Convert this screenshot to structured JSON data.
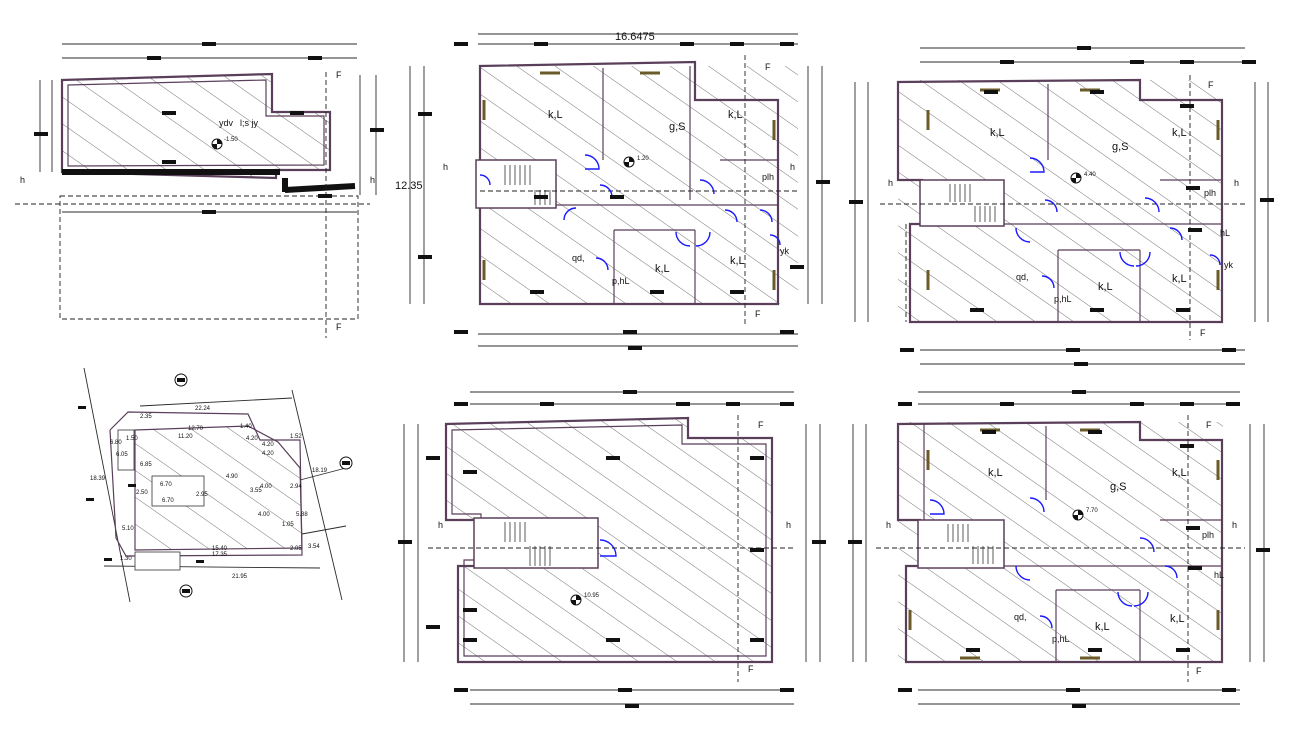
{
  "sheet": {
    "dimension_top": "16.6475",
    "dimension_side": "12.35",
    "section_mark": "F",
    "level_mark": "h"
  },
  "basement": {
    "room_a": "ydv",
    "room_b": "l;s jy",
    "level": "-1.50"
  },
  "ground_floor": {
    "rooms": [
      "k,L",
      "k,L",
      "k,L",
      "k,L",
      "g,S",
      "qd,",
      "p,hL",
      "plh",
      "yk"
    ],
    "level": "1.20"
  },
  "first_floor": {
    "rooms": [
      "k,L",
      "k,L",
      "k,L",
      "k,L",
      "g,S",
      "qd,",
      "p,hL",
      "plh",
      "hL",
      "yk"
    ],
    "level": "4.40"
  },
  "roof": {
    "level": "10.95"
  },
  "second_floor": {
    "rooms": [
      "k,L",
      "k,L",
      "k,L",
      "k,L",
      "g,S",
      "qd,",
      "p,hL",
      "plh",
      "hL"
    ],
    "level": "7.70"
  },
  "site_plan": {
    "dims": [
      "22.24",
      "12.70",
      "11.20",
      "4.20",
      "4.20",
      "1.40",
      "4.90",
      "4.00",
      "6.70",
      "6.70",
      "15.40",
      "17.35",
      "21.95",
      "1.50",
      "2.95",
      "2.94",
      "4.00",
      "5.10",
      "1.52",
      "2.05",
      "5.88",
      "3.54",
      "6.80",
      "4.20",
      "2.50",
      "1.05",
      "1.30",
      "3.55",
      "2.35",
      "6.05",
      "6.85"
    ],
    "side_right": "18.19",
    "side_left": "18.39"
  }
}
